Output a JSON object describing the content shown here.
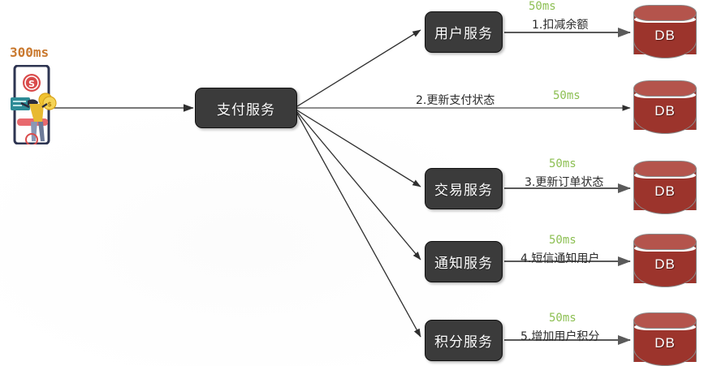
{
  "diagram": {
    "title": "payment-service-fanout",
    "colors": {
      "node_fill": "#3b3b3b",
      "db_body": "#9c342c",
      "db_top": "#b4544c",
      "latency_green": "#8cbf52",
      "latency_orange": "#c9792f",
      "edge": "#4a4a4a"
    }
  },
  "client": {
    "latency_label": "300ms",
    "icon": "mobile-payment-illustration"
  },
  "hub": {
    "label": "支付服务"
  },
  "rows": [
    {
      "service": "用户服务",
      "has_service_box": true,
      "latency": "50ms",
      "step": "1.扣减余额",
      "db": "DB"
    },
    {
      "service": "",
      "has_service_box": false,
      "latency": "50ms",
      "step": "2.更新支付状态",
      "db": "DB"
    },
    {
      "service": "交易服务",
      "has_service_box": true,
      "latency": "50ms",
      "step": "3.更新订单状态",
      "db": "DB"
    },
    {
      "service": "通知服务",
      "has_service_box": true,
      "latency": "50ms",
      "step": "4.短信通知用户",
      "db": "DB"
    },
    {
      "service": "积分服务",
      "has_service_box": true,
      "latency": "50ms",
      "step": "5.增加用户积分",
      "db": "DB"
    }
  ]
}
